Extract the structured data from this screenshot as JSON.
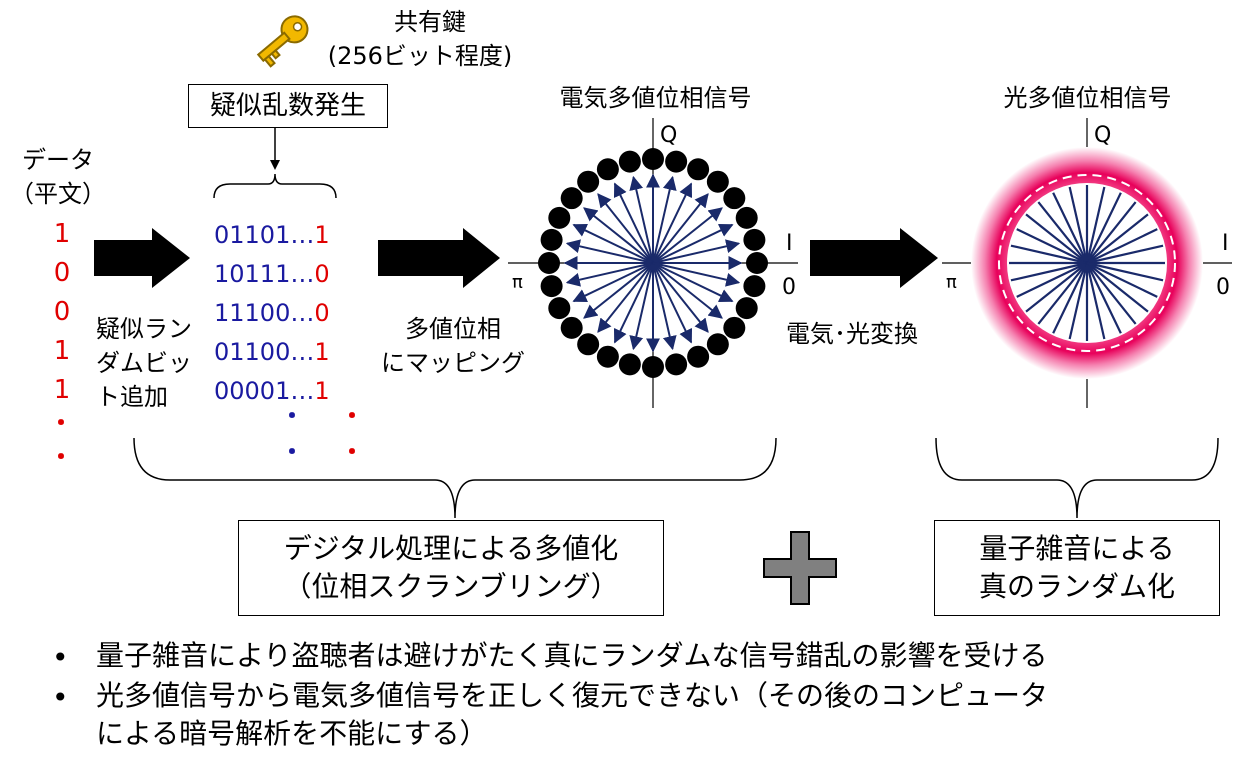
{
  "key": {
    "title": "共有鍵",
    "subtitle": "(256ビット程度)"
  },
  "prng_label": "疑似乱数発生",
  "plaintext": {
    "title_line1": "データ",
    "title_line2": "（平文）",
    "bits": [
      "1",
      "0",
      "0",
      "1",
      "1"
    ],
    "continuation": [
      "・",
      "・"
    ]
  },
  "step_add_random": [
    "疑似ラン",
    "ダムビッ",
    "ト追加"
  ],
  "random_bits": {
    "prefixes": [
      "01101…",
      "10111…",
      "11100…",
      "01100…",
      "00001…"
    ],
    "suffixes": [
      "1",
      "0",
      "0",
      "1",
      "1"
    ]
  },
  "step_mapping": [
    "多値位相",
    "にマッピング"
  ],
  "electrical_signal": {
    "title": "電気多値位相信号",
    "axis_q": "Q",
    "axis_i": "I",
    "label_pi": "π",
    "label_zero": "0"
  },
  "step_conversion": "電気･光変換",
  "optical_signal": {
    "title": "光多値位相信号",
    "axis_q": "Q",
    "axis_i": "I",
    "label_pi": "π",
    "label_zero": "0"
  },
  "digital_box": {
    "line1": "デジタル処理による多値化",
    "line2": "（位相スクランブリング）"
  },
  "plus_symbol": "+",
  "quantum_box": {
    "line1": "量子雑音による",
    "line2": "真のランダム化"
  },
  "bullets": [
    {
      "symbol": "•",
      "text": "量子雑音により盗聴者は避けがたく真にランダムな信号錯乱の影響を受ける"
    },
    {
      "symbol": "•",
      "text": "光多値信号から電気多値信号を正しく復元できない（その後のコンピュータ",
      "text_cont": "による暗号解析を不能にする）"
    }
  ],
  "colors": {
    "red": "#e00000",
    "navy": "#1a2a6a",
    "blue_text": "#1a1aa0",
    "pink": "#e8005a",
    "key_gold": "#f2b800",
    "plus_gray": "#808080"
  }
}
